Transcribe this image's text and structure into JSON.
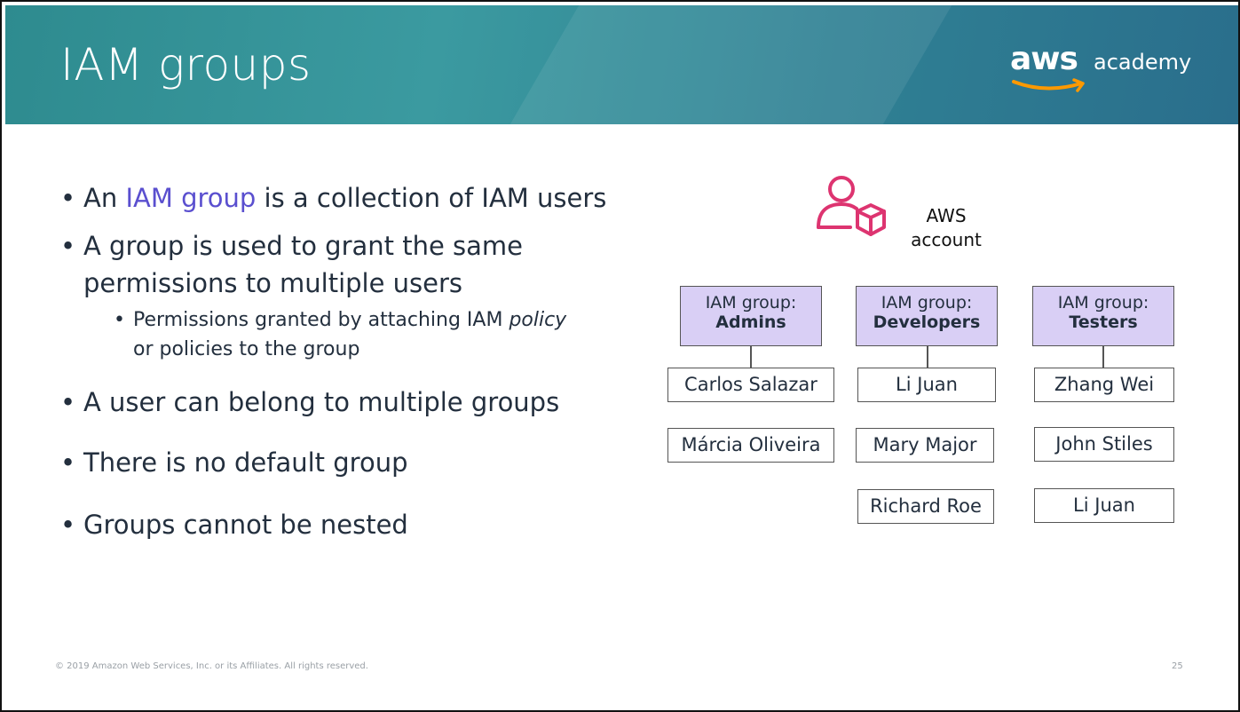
{
  "slide": {
    "title": "IAM groups",
    "logo": {
      "brand": "aws",
      "suffix": "academy",
      "accent_color": "#ff9900"
    },
    "bullets": [
      {
        "pre": "An ",
        "highlight": "IAM group",
        "post": " is a collection of IAM users"
      },
      {
        "text": "A group is used to grant the same permissions to multiple users",
        "line1": "A group is used to grant the same",
        "line2": "permissions to multiple users"
      },
      {
        "text": "A user can belong to multiple groups"
      },
      {
        "text": "There is no default group"
      },
      {
        "text": "Groups cannot be nested"
      }
    ],
    "sub_bullet": {
      "pre": "Permissions granted by attaching IAM ",
      "italic": "policy",
      "line2": "or policies to the group"
    },
    "highlight_color": "#5a4fcf"
  },
  "diagram": {
    "account_label_line1": "AWS",
    "account_label_line2": "account",
    "account_icon": "user-with-box-icon",
    "icon_color": "#dd3470",
    "group_fill": "#d9cff5",
    "groups": [
      {
        "prefix": "IAM group:",
        "name": "Admins",
        "users": [
          "Carlos Salazar",
          "Márcia Oliveira"
        ]
      },
      {
        "prefix": "IAM group:",
        "name": "Developers",
        "users": [
          "Li Juan",
          "Mary Major",
          "Richard Roe"
        ]
      },
      {
        "prefix": "IAM group:",
        "name": "Testers",
        "users": [
          "Zhang Wei",
          "John Stiles",
          "Li Juan"
        ]
      }
    ]
  },
  "footer": {
    "copyright": "© 2019 Amazon Web Services, Inc. or its Affiliates. All rights reserved.",
    "page_number": "25"
  }
}
